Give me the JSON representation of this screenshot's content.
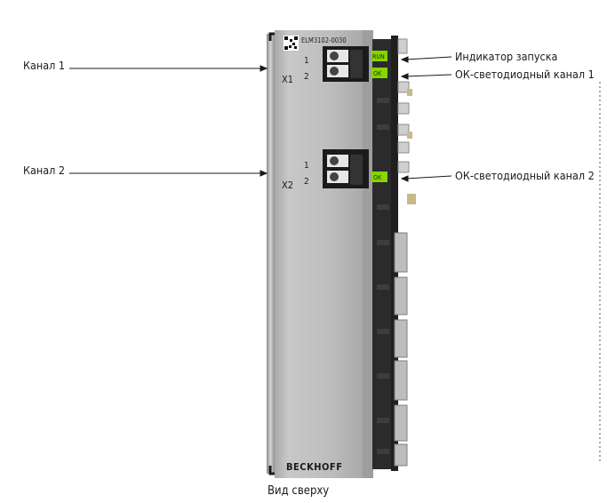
{
  "labels": {
    "channel1": "Канал 1",
    "channel2": "Канал 2",
    "run_led": "Индикатор запуска",
    "ok_led_channel1": "ОК-светодиодный канал 1",
    "ok_led_channel2": "ОК-светодиодный канал 2",
    "top_view": "Вид сверху"
  },
  "device": {
    "model": "ELM3102-0030",
    "brand": "BECKHOFF",
    "connector1": "X1",
    "connector2": "X2",
    "pin1": "1",
    "pin2": "2",
    "led_run": "RUN",
    "led_ok": "OK"
  },
  "colors": {
    "led_green": "#86d400",
    "body_silver": "#bcbcbc",
    "dark_strip": "#2b2b2b"
  }
}
